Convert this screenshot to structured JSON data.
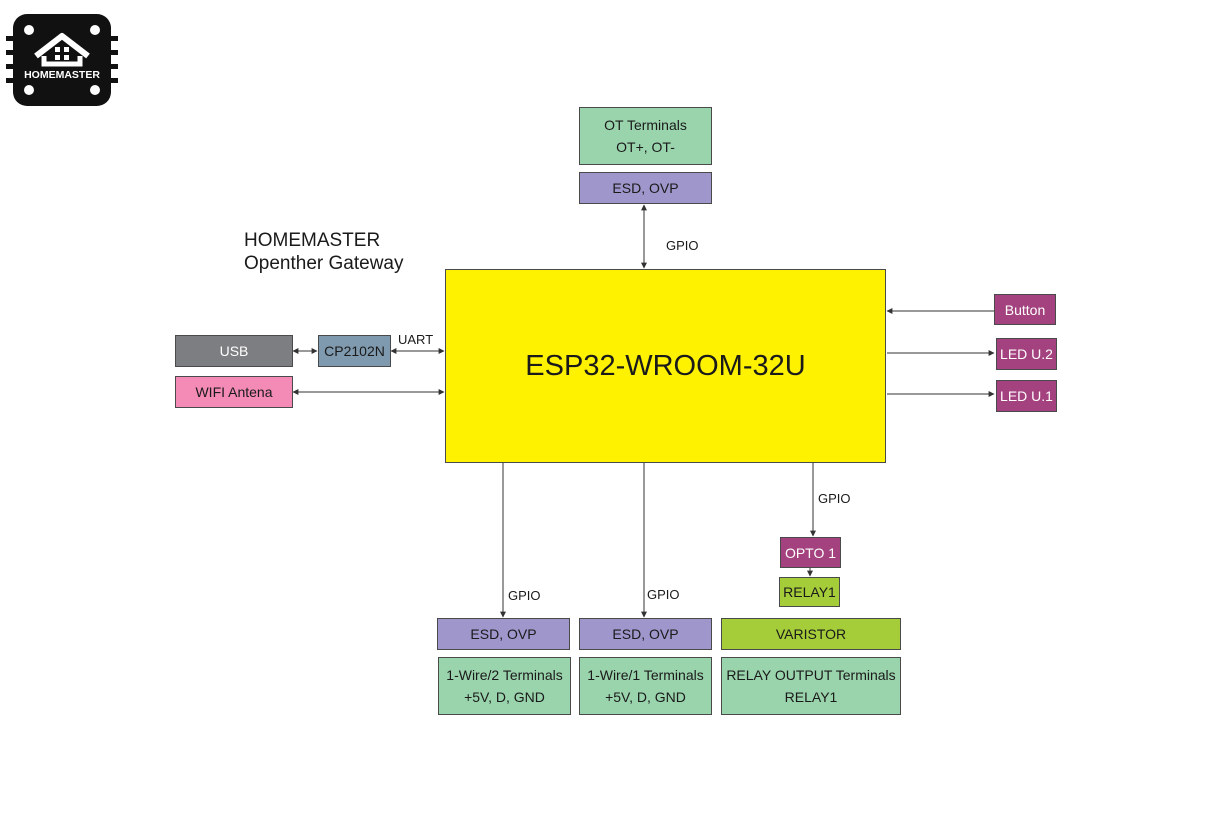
{
  "logo": {
    "wordmark": "HOMEMASTER",
    "icon": "homemaster-logo-icon"
  },
  "brand": {
    "line1": "HOMEMASTER",
    "line2": "Openther Gateway"
  },
  "mcu": {
    "label": "ESP32-WROOM-32U"
  },
  "top": {
    "ot_terminals": {
      "line1": "OT Terminals",
      "line2": "OT+, OT-"
    },
    "esd": "ESD, OVP",
    "link": "GPIO"
  },
  "left": {
    "usb": "USB",
    "bridge": "CP2102N",
    "uart": "UART",
    "wifi": "WIFI Antena"
  },
  "right": {
    "button": "Button",
    "led2": "LED U.2",
    "led1": "LED U.1"
  },
  "bottom": {
    "onewire2": {
      "link": "GPIO",
      "esd": "ESD, OVP",
      "line1": "1-Wire/2 Terminals",
      "line2": "+5V, D, GND"
    },
    "onewire1": {
      "link": "GPIO",
      "esd": "ESD, OVP",
      "line1": "1-Wire/1 Terminals",
      "line2": "+5V, D, GND"
    },
    "relay": {
      "link": "GPIO",
      "opto": "OPTO 1",
      "relay": "RELAY1",
      "varistor": "VARISTOR",
      "line1": "RELAY OUTPUT Terminals",
      "line2": "RELAY1"
    }
  },
  "colors": {
    "mcu": "#fff200",
    "terminal": "#9ad4ad",
    "protection": "#9f97cc",
    "io": "#a3427e",
    "relay": "#a5cd39",
    "usb": "#7d7e81",
    "bridge": "#7f9aae",
    "antenna": "#f48ab6"
  }
}
